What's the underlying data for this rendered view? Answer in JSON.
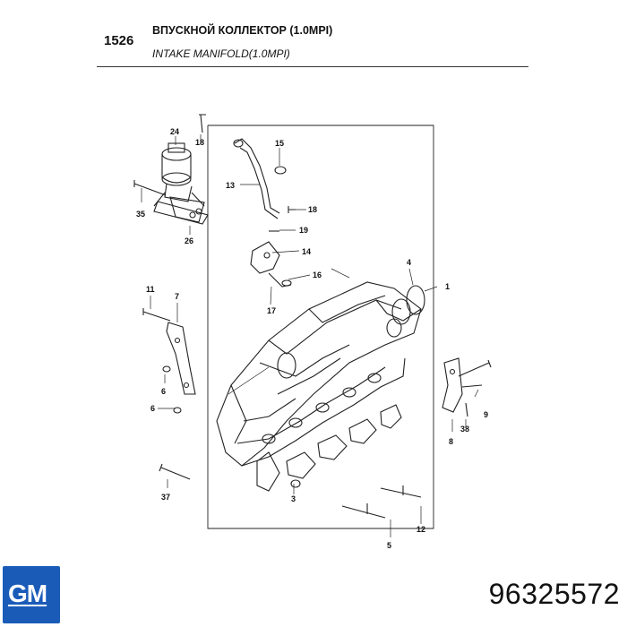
{
  "header": {
    "section_number": "1526",
    "title_ru": "ВПУСКНОЙ КОЛЛЕКТОР (1.0MPI)",
    "title_en": "INTAKE MANIFOLD(1.0MPI)"
  },
  "brand": {
    "logo_text": "GM",
    "color": "#1a5bb8"
  },
  "part_number": "96325572",
  "callouts": {
    "c24": "24",
    "c18a": "18",
    "c15": "15",
    "c13": "13",
    "c18b": "18",
    "c35": "35",
    "c26": "26",
    "c19": "19",
    "c14": "14",
    "c16": "16",
    "c4": "4",
    "c1": "1",
    "c11": "11",
    "c7": "7",
    "c17": "17",
    "c6a": "6",
    "c6b": "6",
    "c9": "9",
    "c38": "38",
    "c8": "8",
    "c37": "37",
    "c3": "3",
    "c12": "12",
    "c5": "5"
  }
}
